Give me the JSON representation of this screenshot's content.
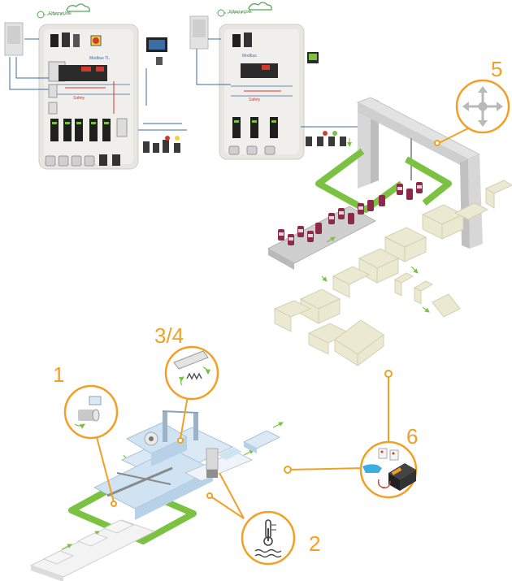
{
  "callouts": [
    {
      "id": "1",
      "label": "1",
      "icon": "film-roll-icon"
    },
    {
      "id": "2",
      "label": "2",
      "icon": "thermometer-icon"
    },
    {
      "id": "3-4",
      "label": "3/4",
      "icon": "cutter-spring-icon"
    },
    {
      "id": "5",
      "label": "5",
      "icon": "move-arrows-icon"
    },
    {
      "id": "6",
      "label": "6",
      "icon": "hand-motor-icon"
    }
  ],
  "panels": {
    "left": {
      "cloud_label": "Ethernet link",
      "bus_label": "Modbus TL",
      "safety_label": "Safety"
    },
    "right": {
      "cloud_label": "Ethernet link",
      "bus_label": "Modbus",
      "safety_label": "Safety"
    }
  },
  "colors": {
    "accent": "#f2a025",
    "green": "#7cc242",
    "machine_blue": "#cfe3f3",
    "box_beige": "#ece9d2",
    "panel_grey": "#e8e6e1"
  }
}
